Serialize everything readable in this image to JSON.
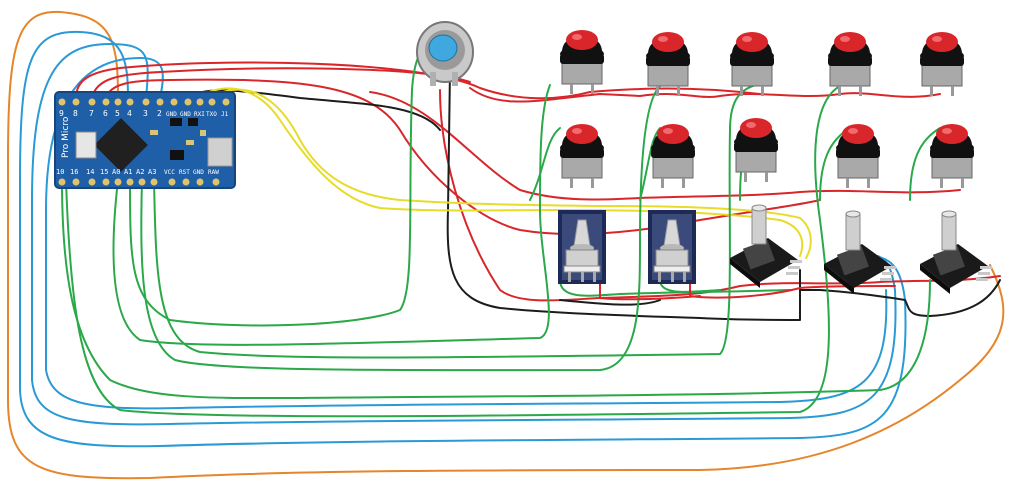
{
  "board": {
    "title": "Pro Micro",
    "top_pins": [
      "9",
      "8",
      "7",
      "6",
      "5",
      "4",
      "3",
      "2",
      "GND",
      "GND",
      "RXI",
      "TXO",
      "J1"
    ],
    "bottom_pins": [
      "10",
      "16",
      "14",
      "15",
      "A0",
      "A1",
      "A2",
      "A3",
      "VCC",
      "RST",
      "GND",
      "RAW"
    ]
  },
  "wire_colors": {
    "red": "#d8262b",
    "green": "#2ba84a",
    "black": "#1c1c1c",
    "yellow": "#e8dc2a",
    "blue": "#2a9ad6",
    "orange": "#e6852a"
  },
  "components": {
    "push_buttons": 10,
    "toggle_switches": 2,
    "rotary_encoders": 3,
    "led_button": 1
  }
}
